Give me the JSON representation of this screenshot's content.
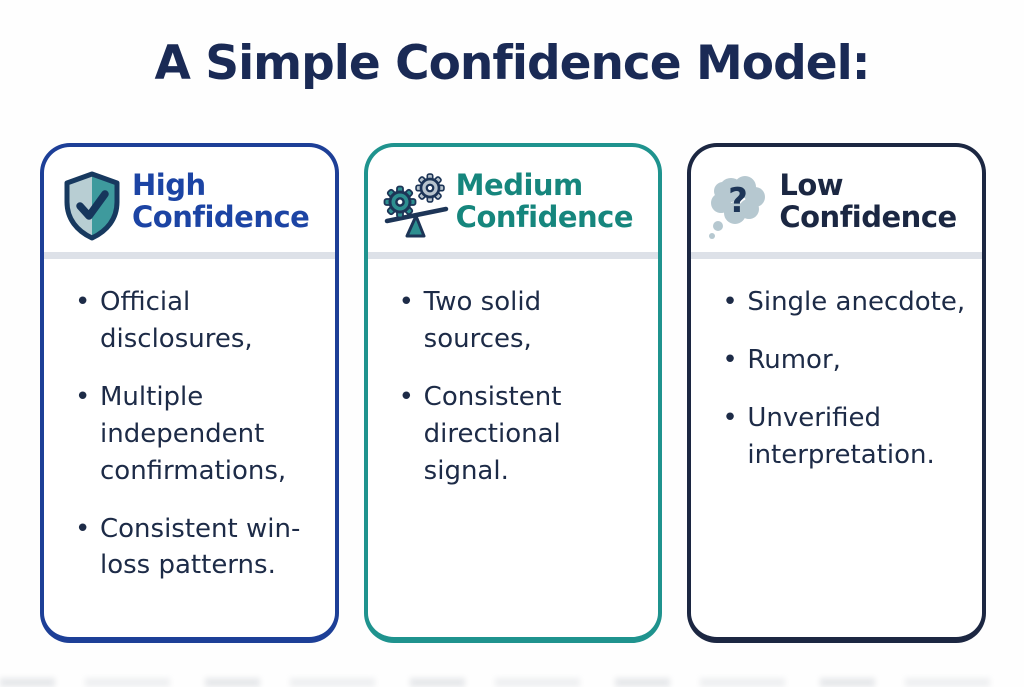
{
  "title": "A Simple Confidence Model:",
  "colors": {
    "background": "#ffffff",
    "title_text": "#1a2a55",
    "body_text": "#1d2b47",
    "divider": "#dde1e8",
    "icon_navy": "#17395f",
    "icon_teal": "#3e9a9d",
    "icon_light_gray_blue": "#b8ced3"
  },
  "cards": [
    {
      "id": "high-confidence",
      "heading_line1": "High",
      "heading_line2": "Confidence",
      "icon": "shield-check-icon",
      "accent_color": "#1c44a4",
      "border_color": "#1d3f97",
      "bullets": [
        "Official disclosures,",
        "Multiple independent confirmations,",
        "Consistent win-loss patterns."
      ]
    },
    {
      "id": "medium-confidence",
      "heading_line1": "Medium",
      "heading_line2": "Confidence",
      "icon": "balance-gears-icon",
      "accent_color": "#16867d",
      "border_color": "#1f938e",
      "bullets": [
        "Two solid sources,",
        "Consistent directional signal."
      ]
    },
    {
      "id": "low-confidence",
      "heading_line1": "Low",
      "heading_line2": "Confidence",
      "icon": "thought-cloud-question-icon",
      "accent_color": "#1b2742",
      "border_color": "#1c2742",
      "bullets": [
        "Single anecdote,",
        "Rumor,",
        "Unverified interpretation."
      ]
    }
  ]
}
